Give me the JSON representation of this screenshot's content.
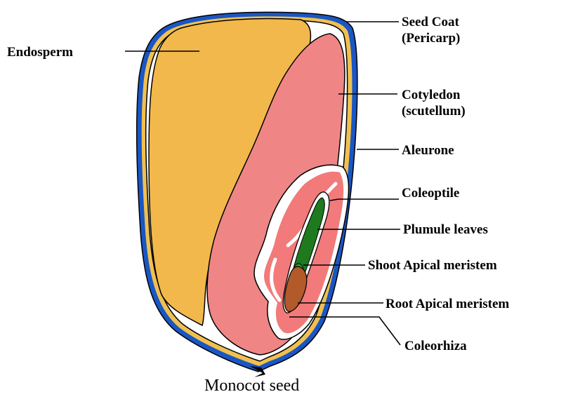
{
  "caption": "Monocot seed",
  "labels": {
    "endosperm": "Endosperm",
    "seed_coat": [
      "Seed Coat",
      "(Pericarp)"
    ],
    "cotyledon": [
      "Cotyledon",
      "(scutellum)"
    ],
    "aleurone": "Aleurone",
    "coleoptile": "Coleoptile",
    "plumule": "Plumule leaves",
    "shoot_meristem": "Shoot Apical meristem",
    "root_meristem": "Root Apical meristem",
    "coleorhiza": "Coleorhiza"
  },
  "colors": {
    "seed_coat": "#1a56c4",
    "aleurone": "#ffffff",
    "endosperm": "#f2b84b",
    "cotyledon": "#f08585",
    "embryo_axis": "#f27a7a",
    "plumule": "#1f7a1f",
    "root_meristem": "#b35a2a",
    "outline": "#000000"
  }
}
